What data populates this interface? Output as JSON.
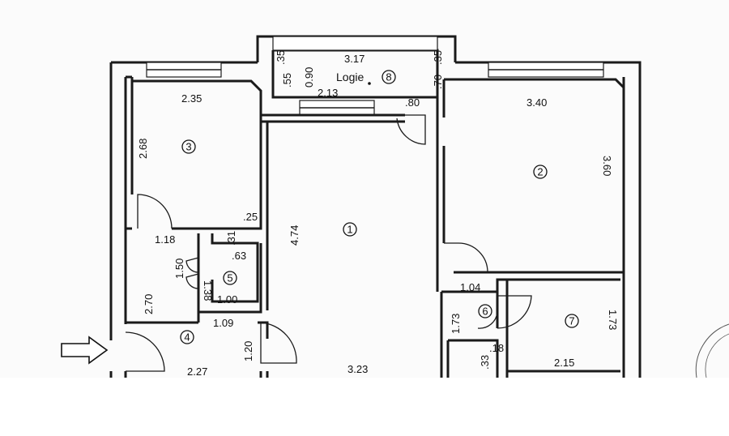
{
  "rooms": [
    {
      "number": "1"
    },
    {
      "number": "2"
    },
    {
      "number": "3"
    },
    {
      "number": "4"
    },
    {
      "number": "5"
    },
    {
      "number": "6"
    },
    {
      "number": "7"
    },
    {
      "number": "8",
      "label": "Logie"
    }
  ],
  "dimensions": {
    "logie_width": "3.17",
    "logie_inner": "2.13",
    "logie_side_left_top": ".35",
    "logie_side_left": ".55",
    "logie_depth": "0.90",
    "logie_side_right_top": ".35",
    "logie_side_right": ".70",
    "logie_door": ".80",
    "room3_width": "2.35",
    "room3_depth": "2.68",
    "room3_wall": ".25",
    "hall_door": "1.18",
    "closet_wall": ".31",
    "closet_depth": ".63",
    "closet_door": "1.50",
    "closet_height": "1.38",
    "closet_width": "1.00",
    "hall_width": "1.09",
    "hall_depth": "2.70",
    "entry_door": "1.20",
    "entry_width": "2.27",
    "room1_depth": "4.74",
    "room1_width": "3.23",
    "room2_width": "3.40",
    "room2_depth": "3.60",
    "room6_width": "1.04",
    "room6_depth": "1.73",
    "room6_side": ".33",
    "room6_side2": ".18",
    "room7_depth": "1.73",
    "room7_width": "2.15"
  }
}
